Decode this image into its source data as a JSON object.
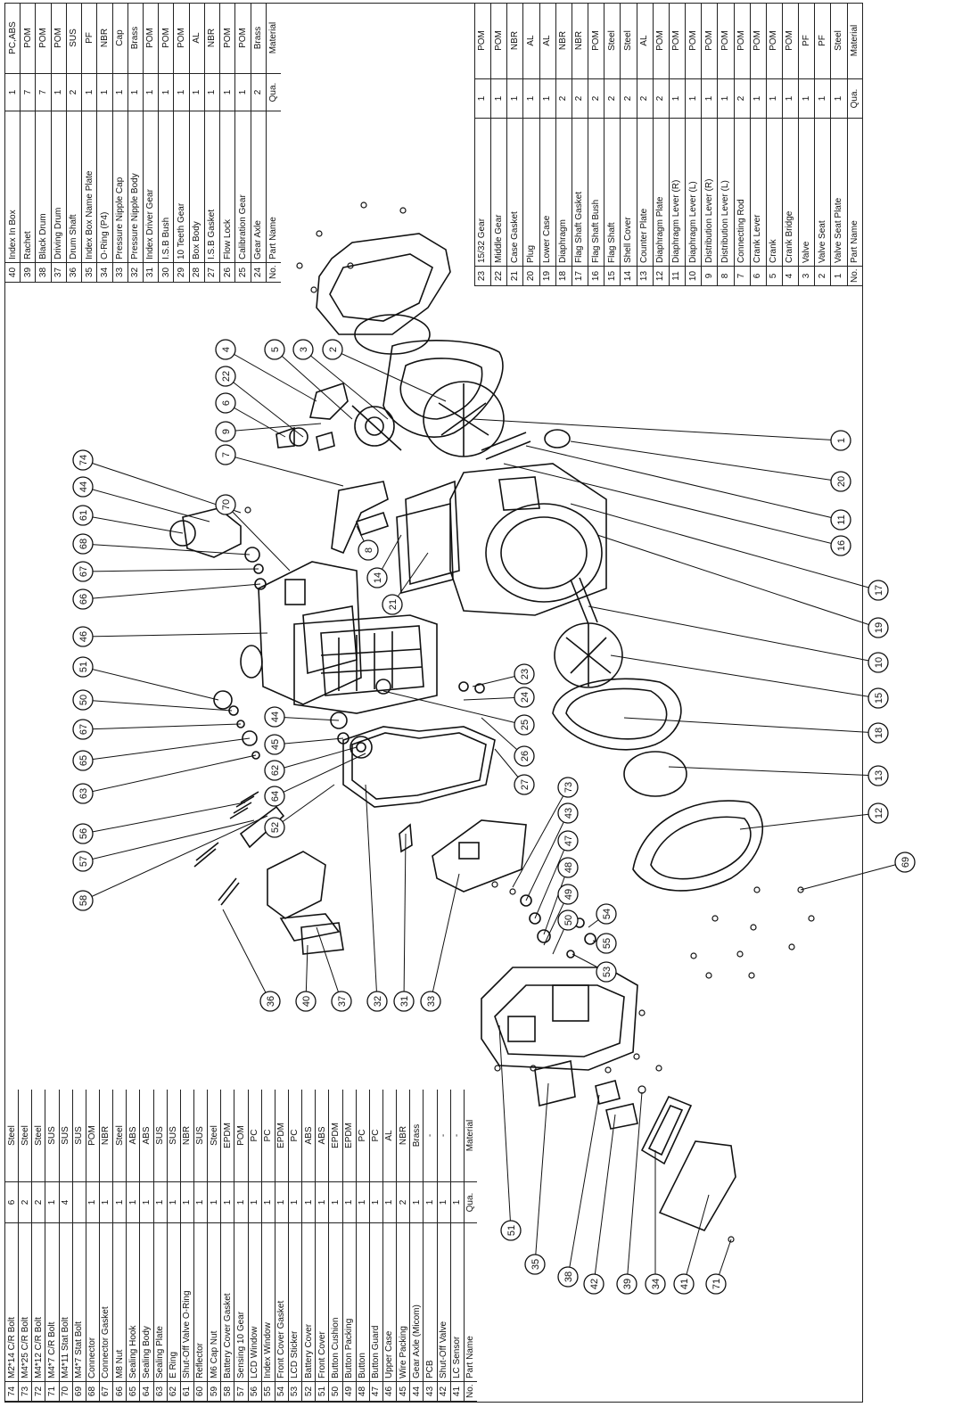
{
  "headers": {
    "no": "No.",
    "name": "Part Name",
    "qty": "Qua.",
    "material": "Material"
  },
  "table_top_right": [
    {
      "no": "23",
      "name": "15/32 Gear",
      "qty": "1",
      "material": "POM"
    },
    {
      "no": "22",
      "name": "Middle Gear",
      "qty": "1",
      "material": "POM"
    },
    {
      "no": "21",
      "name": "Case Gasket",
      "qty": "1",
      "material": "NBR"
    },
    {
      "no": "20",
      "name": "Plug",
      "qty": "1",
      "material": "AL"
    },
    {
      "no": "19",
      "name": "Lower Case",
      "qty": "1",
      "material": "AL"
    },
    {
      "no": "18",
      "name": "Diaphragm",
      "qty": "2",
      "material": "NBR"
    },
    {
      "no": "17",
      "name": "Flag Shaft Gasket",
      "qty": "2",
      "material": "NBR"
    },
    {
      "no": "16",
      "name": "Flag Shaft Bush",
      "qty": "2",
      "material": "POM"
    },
    {
      "no": "15",
      "name": "Flag Shaft",
      "qty": "2",
      "material": "Steel"
    },
    {
      "no": "14",
      "name": "Shell Cover",
      "qty": "2",
      "material": "Steel"
    },
    {
      "no": "13",
      "name": "Counter Plate",
      "qty": "2",
      "material": "AL"
    },
    {
      "no": "12",
      "name": "Diaphragm Plate",
      "qty": "2",
      "material": "POM"
    },
    {
      "no": "11",
      "name": "Diaphragm Lever (R)",
      "qty": "1",
      "material": "POM"
    },
    {
      "no": "10",
      "name": "Diaphragm Lever (L)",
      "qty": "1",
      "material": "POM"
    },
    {
      "no": "9",
      "name": "Distribution Lever (R)",
      "qty": "1",
      "material": "POM"
    },
    {
      "no": "8",
      "name": "Distribution Lever (L)",
      "qty": "1",
      "material": "POM"
    },
    {
      "no": "7",
      "name": "Connecting Rod",
      "qty": "2",
      "material": "POM"
    },
    {
      "no": "6",
      "name": "Crank Lever",
      "qty": "1",
      "material": "POM"
    },
    {
      "no": "5",
      "name": "Crank",
      "qty": "1",
      "material": "POM"
    },
    {
      "no": "4",
      "name": "Crank Bridge",
      "qty": "1",
      "material": "POM"
    },
    {
      "no": "3",
      "name": "Valve",
      "qty": "1",
      "material": "PF"
    },
    {
      "no": "2",
      "name": "Valve Seat",
      "qty": "1",
      "material": "PF"
    },
    {
      "no": "1",
      "name": "Valve Seat Plate",
      "qty": "1",
      "material": "Steel"
    }
  ],
  "table_top_left": [
    {
      "no": "40",
      "name": "Index In Box",
      "qty": "1",
      "material": "PC,ABS"
    },
    {
      "no": "39",
      "name": "Rachet",
      "qty": "7",
      "material": "POM"
    },
    {
      "no": "38",
      "name": "Black Drum",
      "qty": "7",
      "material": "POM"
    },
    {
      "no": "37",
      "name": "Driving Drum",
      "qty": "1",
      "material": "POM"
    },
    {
      "no": "36",
      "name": "Drum Shaft",
      "qty": "2",
      "material": "SUS"
    },
    {
      "no": "35",
      "name": "Index Box Name Plate",
      "qty": "1",
      "material": "PF"
    },
    {
      "no": "34",
      "name": "O-Ring (P4)",
      "qty": "1",
      "material": "NBR"
    },
    {
      "no": "33",
      "name": "Pressure Nipple Cap",
      "qty": "1",
      "material": "Cap"
    },
    {
      "no": "32",
      "name": "Pressure Nipple Body",
      "qty": "1",
      "material": "Brass"
    },
    {
      "no": "31",
      "name": "Index Driver Gear",
      "qty": "1",
      "material": "POM"
    },
    {
      "no": "30",
      "name": "I.S.B Bush",
      "qty": "1",
      "material": "POM"
    },
    {
      "no": "29",
      "name": "10 Teeth Gear",
      "qty": "1",
      "material": "POM"
    },
    {
      "no": "28",
      "name": "Box Body",
      "qty": "1",
      "material": "AL"
    },
    {
      "no": "27",
      "name": "I.S.B Gasket",
      "qty": "1",
      "material": "NBR"
    },
    {
      "no": "26",
      "name": "Flow Lock",
      "qty": "1",
      "material": "POM"
    },
    {
      "no": "25",
      "name": "Calibration Gear",
      "qty": "1",
      "material": "POM"
    },
    {
      "no": "24",
      "name": "Gear Axle",
      "qty": "2",
      "material": "Brass"
    }
  ],
  "table_bottom_left": [
    {
      "no": "74",
      "name": "M2*14 C/R Bolt",
      "qty": "6",
      "material": "Steel"
    },
    {
      "no": "73",
      "name": "M4*25 C/R Bolt",
      "qty": "2",
      "material": "Steel"
    },
    {
      "no": "72",
      "name": "M4*12 C/R Bolt",
      "qty": "2",
      "material": "Steel"
    },
    {
      "no": "71",
      "name": "M4*7 C/R Bolt",
      "qty": "1",
      "material": "SUS"
    },
    {
      "no": "70",
      "name": "M4*11 Stat Bolt",
      "qty": "4",
      "material": "SUS"
    },
    {
      "no": "69",
      "name": "M4*7 Stat Bolt",
      "qty": "",
      "material": "SUS"
    },
    {
      "no": "68",
      "name": "Connector",
      "qty": "1",
      "material": "POM"
    },
    {
      "no": "67",
      "name": "Connector Gasket",
      "qty": "1",
      "material": "NBR"
    },
    {
      "no": "66",
      "name": "M8 Nut",
      "qty": "1",
      "material": "Steel"
    },
    {
      "no": "65",
      "name": "Sealing Hook",
      "qty": "1",
      "material": "ABS"
    },
    {
      "no": "64",
      "name": "Sealing Body",
      "qty": "1",
      "material": "ABS"
    },
    {
      "no": "63",
      "name": "Sealing Plate",
      "qty": "1",
      "material": "SUS"
    },
    {
      "no": "62",
      "name": "E Ring",
      "qty": "1",
      "material": "SUS"
    },
    {
      "no": "61",
      "name": "Shut-Off Valve O-Ring",
      "qty": "1",
      "material": "NBR"
    },
    {
      "no": "60",
      "name": "Reflector",
      "qty": "1",
      "material": "SUS"
    },
    {
      "no": "59",
      "name": "M6 Cap Nut",
      "qty": "1",
      "material": "Steel"
    },
    {
      "no": "58",
      "name": "Battery Cover Gasket",
      "qty": "1",
      "material": "EPDM"
    },
    {
      "no": "57",
      "name": "Sensing 10 Gear",
      "qty": "1",
      "material": "POM"
    },
    {
      "no": "56",
      "name": "LCD Window",
      "qty": "1",
      "material": "PC"
    },
    {
      "no": "55",
      "name": "Index Window",
      "qty": "1",
      "material": "PC"
    },
    {
      "no": "54",
      "name": "Front Cover Gasket",
      "qty": "1",
      "material": "EPDM"
    },
    {
      "no": "53",
      "name": "LCD Sticker",
      "qty": "1",
      "material": "PC"
    },
    {
      "no": "52",
      "name": "Battery Cover",
      "qty": "1",
      "material": "ABS"
    },
    {
      "no": "51",
      "name": "Front Cover",
      "qty": "1",
      "material": "ABS"
    },
    {
      "no": "50",
      "name": "Button Cushion",
      "qty": "1",
      "material": "EPDM"
    },
    {
      "no": "49",
      "name": "Button Packing",
      "qty": "1",
      "material": "EPDM"
    },
    {
      "no": "48",
      "name": "Button",
      "qty": "1",
      "material": "PC"
    },
    {
      "no": "47",
      "name": "Button Guard",
      "qty": "1",
      "material": "PC"
    },
    {
      "no": "46",
      "name": "Upper Case",
      "qty": "1",
      "material": "AL"
    },
    {
      "no": "45",
      "name": "Wire Packing",
      "qty": "2",
      "material": "NBR"
    },
    {
      "no": "44",
      "name": "Gear Axle (Micom)",
      "qty": "1",
      "material": "Brass"
    },
    {
      "no": "43",
      "name": "PCB",
      "qty": "1",
      "material": "-"
    },
    {
      "no": "42",
      "name": "Shut-Off Valve",
      "qty": "1",
      "material": "-"
    },
    {
      "no": "41",
      "name": "LC Sensor",
      "qty": "1",
      "material": "-"
    }
  ],
  "callouts": [
    {
      "id": "c1",
      "text": "1"
    },
    {
      "id": "c20",
      "text": "20"
    },
    {
      "id": "c11",
      "text": "11"
    },
    {
      "id": "c16",
      "text": "16"
    },
    {
      "id": "c17",
      "text": "17"
    },
    {
      "id": "c19",
      "text": "19"
    },
    {
      "id": "c10",
      "text": "10"
    },
    {
      "id": "c15",
      "text": "15"
    },
    {
      "id": "c18",
      "text": "18"
    },
    {
      "id": "c13",
      "text": "13"
    },
    {
      "id": "c12",
      "text": "12"
    },
    {
      "id": "c69",
      "text": "69"
    },
    {
      "id": "c2",
      "text": "2"
    },
    {
      "id": "c3",
      "text": "3"
    },
    {
      "id": "c5",
      "text": "5"
    },
    {
      "id": "c4",
      "text": "4"
    },
    {
      "id": "c22",
      "text": "22"
    },
    {
      "id": "c6",
      "text": "6"
    },
    {
      "id": "c9",
      "text": "9"
    },
    {
      "id": "c7",
      "text": "7"
    },
    {
      "id": "c8",
      "text": "8"
    },
    {
      "id": "c14",
      "text": "14"
    },
    {
      "id": "c21",
      "text": "21"
    },
    {
      "id": "c70",
      "text": "70"
    },
    {
      "id": "c74",
      "text": "74"
    },
    {
      "id": "c44",
      "text": "44"
    },
    {
      "id": "c61",
      "text": "61"
    },
    {
      "id": "c68",
      "text": "68"
    },
    {
      "id": "c67",
      "text": "67"
    },
    {
      "id": "c66",
      "text": "66"
    },
    {
      "id": "c46",
      "text": "46"
    },
    {
      "id": "c51",
      "text": "51"
    },
    {
      "id": "c50",
      "text": "50"
    },
    {
      "id": "c67b",
      "text": "67"
    },
    {
      "id": "c65",
      "text": "65"
    },
    {
      "id": "c63",
      "text": "63"
    },
    {
      "id": "c56",
      "text": "56"
    },
    {
      "id": "c57",
      "text": "57"
    },
    {
      "id": "c58",
      "text": "58"
    },
    {
      "id": "c44b",
      "text": "44"
    },
    {
      "id": "c45",
      "text": "45"
    },
    {
      "id": "c62",
      "text": "62"
    },
    {
      "id": "c64",
      "text": "64"
    },
    {
      "id": "c52",
      "text": "52"
    },
    {
      "id": "c23",
      "text": "23"
    },
    {
      "id": "c24",
      "text": "24"
    },
    {
      "id": "c25",
      "text": "25"
    },
    {
      "id": "c26",
      "text": "26"
    },
    {
      "id": "c27",
      "text": "27"
    },
    {
      "id": "c73",
      "text": "73"
    },
    {
      "id": "c43",
      "text": "43"
    },
    {
      "id": "c47",
      "text": "47"
    },
    {
      "id": "c48",
      "text": "48"
    },
    {
      "id": "c49",
      "text": "49"
    },
    {
      "id": "c50b",
      "text": "50"
    },
    {
      "id": "c54",
      "text": "54"
    },
    {
      "id": "c55",
      "text": "55"
    },
    {
      "id": "c53",
      "text": "53"
    },
    {
      "id": "c36",
      "text": "36"
    },
    {
      "id": "c40",
      "text": "40"
    },
    {
      "id": "c37",
      "text": "37"
    },
    {
      "id": "c32",
      "text": "32"
    },
    {
      "id": "c31",
      "text": "31"
    },
    {
      "id": "c33",
      "text": "33"
    },
    {
      "id": "c51b",
      "text": "51"
    },
    {
      "id": "c35",
      "text": "35"
    },
    {
      "id": "c38",
      "text": "38"
    },
    {
      "id": "c42",
      "text": "42"
    },
    {
      "id": "c39",
      "text": "39"
    },
    {
      "id": "c34",
      "text": "34"
    },
    {
      "id": "c41",
      "text": "41"
    },
    {
      "id": "c71",
      "text": "71"
    }
  ]
}
